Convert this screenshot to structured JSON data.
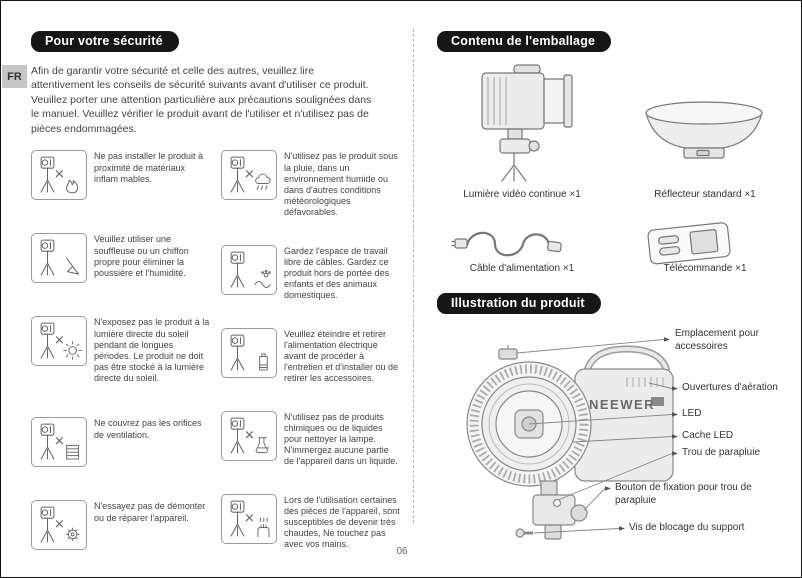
{
  "page": {
    "lang_tab": "FR",
    "page_number": "06"
  },
  "colors": {
    "header_bg": "#161616",
    "header_text": "#ffffff",
    "stroke": "#666666"
  },
  "safety": {
    "title": "Pour votre sécurité",
    "intro": "Afin de garantir votre sécurité et celle des autres, veuillez lire attentivement les conseils de sécurité suivants avant d'utiliser ce produit. Veuillez porter une attention particulière aux précautions soulignées dans le manuel. Veuillez vérifier le produit avant de l'utiliser et n'utilisez pas de pièces endommagées.",
    "left": [
      {
        "icon": "no-flammable-icon",
        "text": "Ne pas installer le produit  à proximité de matériaux inflam mables."
      },
      {
        "icon": "cleaning-icon",
        "text": "Veuillez utiliser une souffleuse ou un chiffon propre pour éliminer la poussière et l'humidité."
      },
      {
        "icon": "no-sunlight-icon",
        "text": "N'exposez pas le produit à la lumière directe du soleil pendant de longues périodes. Le produit ne doit pas être stocké à la lumière directe du soleil."
      },
      {
        "icon": "no-cover-vents-icon",
        "text": "Ne couvrez pas les orifices de ventilation."
      },
      {
        "icon": "no-disassemble-icon",
        "text": "N'essayez pas de démonter ou de réparer l'appareil."
      }
    ],
    "right": [
      {
        "icon": "no-rain-icon",
        "text": "N'utilisez pas le produit sous la pluie, dans un environnement humide ou dans d'autres conditions météorologiques défavorables."
      },
      {
        "icon": "cable-safety-icon",
        "text": "Gardez l'espace de travail libre de  câbles. Gardez ce produit hors de portée des enfants et des animaux domestiques."
      },
      {
        "icon": "power-off-icon",
        "text": "Veuillez éteindre et retirer l'alimentation électrique avant de procéder à l'entretien et d'installer ou de retirer les accessoires."
      },
      {
        "icon": "no-chemicals-icon",
        "text": "N'utilisez pas de produits chimiques ou de liquides pour nettoyer la lampe. N'immergez aucune partie de l'appareil dans un liquide."
      },
      {
        "icon": "hot-surface-icon",
        "text": "Lors de l'utilisation certaines des pièces de l'appareil, sont susceptibles de  devenir très chaudes, Ne touchez pas avec vos mains."
      }
    ]
  },
  "packaging": {
    "title": "Contenu de l'emballage",
    "items": [
      {
        "icon": "video-light-image",
        "label": "Lumière vidéo continue ×1"
      },
      {
        "icon": "reflector-image",
        "label": "Réflecteur standard ×1"
      },
      {
        "icon": "power-cable-image",
        "label": "Câble d'alimentation ×1"
      },
      {
        "icon": "remote-image",
        "label": "Télécommande ×1"
      }
    ]
  },
  "illustration": {
    "title": "Illustration du produit",
    "brand": "NEEWER",
    "callouts": [
      {
        "label": "Emplacement pour accessoires"
      },
      {
        "label": "Ouvertures d'aération"
      },
      {
        "label": "LED"
      },
      {
        "label": "Cache LED"
      },
      {
        "label": "Trou de parapluie"
      },
      {
        "label": "Bouton de fixation pour trou de parapluie"
      },
      {
        "label": "Vis de blocage du support"
      }
    ]
  }
}
